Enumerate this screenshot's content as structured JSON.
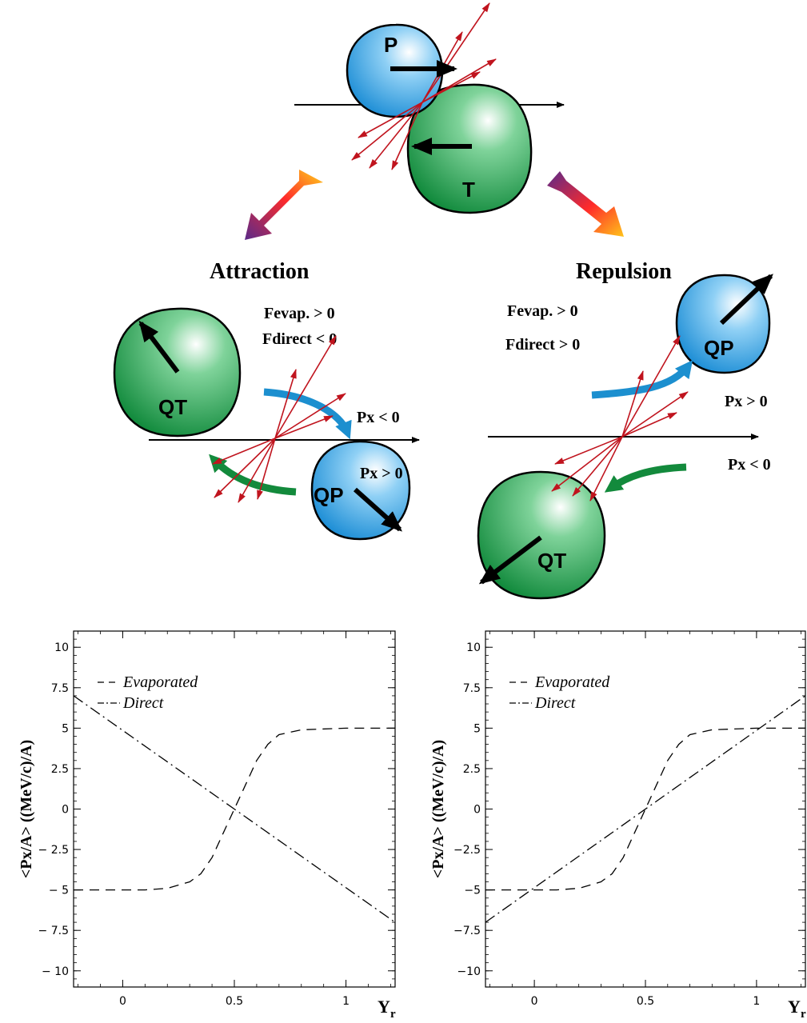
{
  "diagram": {
    "projectile_label": "P",
    "target_label": "T",
    "attraction": {
      "title": "Attraction",
      "fevap": "Fevap. > 0",
      "fdirect": "Fdirect < 0",
      "px_upper": "Px < 0",
      "px_lower": "Px > 0",
      "qt_label": "QT",
      "qp_label": "QP"
    },
    "repulsion": {
      "title": "Repulsion",
      "fevap": "Fevap. > 0",
      "fdirect": "Fdirect > 0",
      "px_upper": "Px > 0",
      "px_lower": "Px < 0",
      "qp_label": "QP",
      "qt_label": "QT"
    },
    "colors": {
      "projectile": "#3aa0e0",
      "target": "#1e9a4a",
      "particle_arrow": "#c0141e",
      "qp_flow": "#1c8fcf",
      "qt_flow": "#138a3c"
    }
  },
  "chart_data": [
    {
      "type": "line",
      "panel": "Attraction",
      "ylabel": "<Px/A> ((MeV/c)/A)",
      "xlabel": "Y",
      "xlabel_sub": "r",
      "xlim": [
        -0.22,
        1.22
      ],
      "ylim": [
        -11,
        11
      ],
      "xticks": [
        0,
        0.5,
        1
      ],
      "xtick_labels": [
        "0",
        "0.5",
        "1"
      ],
      "yticks": [
        10,
        7.5,
        5,
        2.5,
        0,
        -2.5,
        -5,
        -7.5,
        -10
      ],
      "ytick_labels": [
        "10",
        "7.5",
        "5",
        "2.5",
        "0",
        "− 2.5",
        "− 5",
        "− 7.5",
        "− 10"
      ],
      "series": [
        {
          "name": "Evaporated",
          "style": "dashed",
          "x": [
            -0.22,
            0.1,
            0.2,
            0.3,
            0.35,
            0.4,
            0.45,
            0.5,
            0.55,
            0.6,
            0.65,
            0.7,
            0.8,
            1.0,
            1.22
          ],
          "y": [
            -5,
            -5,
            -4.9,
            -4.5,
            -4.0,
            -3.0,
            -1.5,
            0,
            1.5,
            3.0,
            4.0,
            4.6,
            4.9,
            5,
            5
          ]
        },
        {
          "name": "Direct",
          "style": "dash-dot",
          "x": [
            -0.22,
            1.22
          ],
          "y": [
            7,
            -7
          ]
        }
      ]
    },
    {
      "type": "line",
      "panel": "Repulsion",
      "ylabel": "<Px/A> ((MeV/c)/A)",
      "xlabel": "Y",
      "xlabel_sub": "r",
      "xlim": [
        -0.22,
        1.22
      ],
      "ylim": [
        -11,
        11
      ],
      "xticks": [
        0,
        0.5,
        1
      ],
      "xtick_labels": [
        "0",
        "0.5",
        "1"
      ],
      "yticks": [
        10,
        7.5,
        5,
        2.5,
        0,
        -2.5,
        -5,
        -7.5,
        -10
      ],
      "ytick_labels": [
        "10",
        "7.5",
        "5",
        "2.5",
        "0",
        "−2.5",
        "−5",
        "−7.5",
        "−10"
      ],
      "series": [
        {
          "name": "Evaporated",
          "style": "dashed",
          "x": [
            -0.22,
            0.1,
            0.2,
            0.3,
            0.35,
            0.4,
            0.45,
            0.5,
            0.55,
            0.6,
            0.65,
            0.7,
            0.8,
            1.0,
            1.22
          ],
          "y": [
            -5,
            -5,
            -4.9,
            -4.5,
            -4.0,
            -3.0,
            -1.5,
            0,
            1.5,
            3.0,
            4.0,
            4.6,
            4.9,
            5,
            5
          ]
        },
        {
          "name": "Direct",
          "style": "dash-dot",
          "x": [
            -0.22,
            1.22
          ],
          "y": [
            -7,
            7
          ]
        }
      ]
    }
  ]
}
